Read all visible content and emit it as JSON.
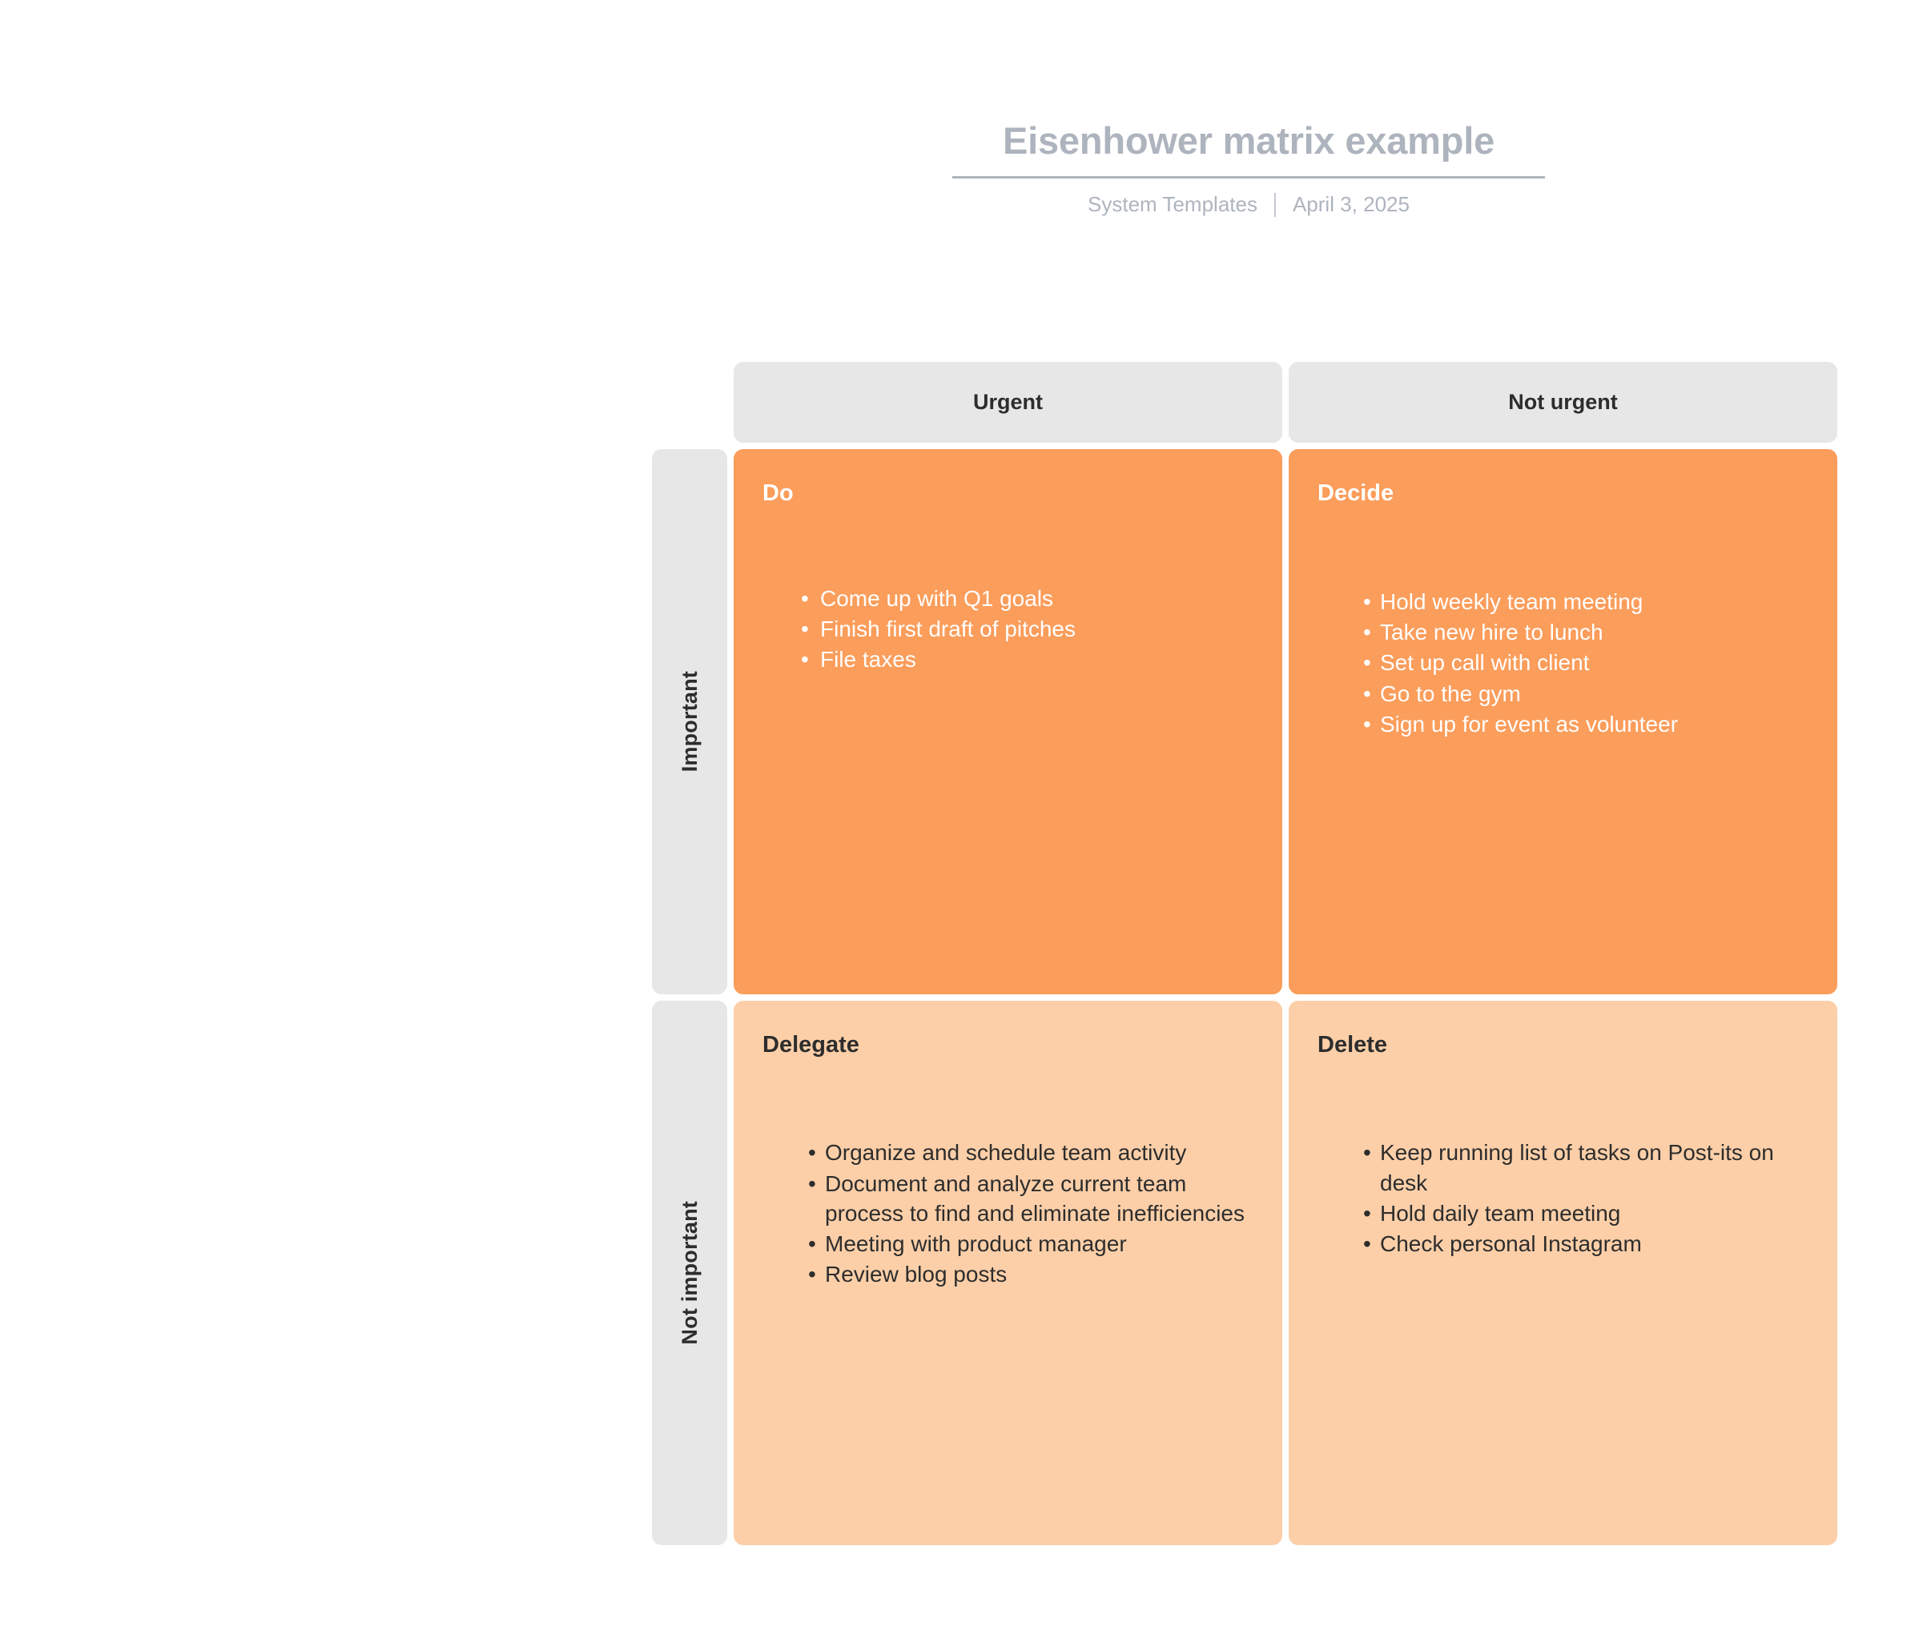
{
  "header": {
    "title": "Eisenhower matrix example",
    "author": "System Templates",
    "date": "April 3, 2025"
  },
  "matrix": {
    "columns": [
      {
        "label": "Urgent"
      },
      {
        "label": "Not urgent"
      }
    ],
    "rows": [
      {
        "label": "Important"
      },
      {
        "label": "Not important"
      }
    ],
    "quadrants": [
      {
        "key": "do",
        "title": "Do",
        "tone": "dark",
        "items": [
          "Come up with Q1 goals",
          "Finish first draft of pitches",
          "File taxes"
        ]
      },
      {
        "key": "decide",
        "title": "Decide",
        "tone": "dark",
        "items": [
          "Hold weekly team meeting",
          "Take new hire to lunch",
          "Set up call with client",
          "Go to the gym",
          "Sign up for event as volunteer"
        ]
      },
      {
        "key": "delegate",
        "title": "Delegate",
        "tone": "light",
        "items": [
          "Organize and schedule team activity",
          "Document and analyze current team process to find and eliminate inefficiencies",
          "Meeting with product manager",
          "Review blog posts"
        ]
      },
      {
        "key": "delete",
        "title": "Delete",
        "tone": "light",
        "items": [
          "Keep running list of tasks on Post-its on desk",
          "Hold daily team meeting",
          "Check personal Instagram"
        ]
      }
    ]
  },
  "colors": {
    "quadrant_urgent_important": "#fb9d5b",
    "quadrant_not_urgent_important": "#fb9d5b",
    "quadrant_urgent_not_important": "#fccfa8",
    "quadrant_not_urgent_not_important": "#fccfa8",
    "axis_label_background": "#e7e7e7",
    "title_text": "#aeb4be",
    "body_text": "#2d2d2d",
    "page_background": "#ffffff"
  }
}
